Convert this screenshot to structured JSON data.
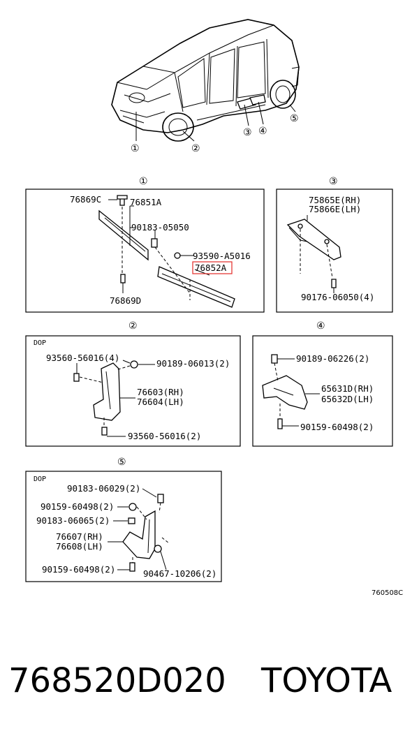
{
  "callouts": {
    "c1": "①",
    "c2": "②",
    "c3": "③",
    "c4": "④",
    "c5": "⑤"
  },
  "panel1": {
    "heading": "①",
    "p76869c": "76869C",
    "p76851a": "76851A",
    "p90183_05050": "90183-05050",
    "p93590": "93590-A5016",
    "p76852a": "76852A",
    "p76869d": "76869D"
  },
  "panel3": {
    "heading": "③",
    "rh": "75865E(RH)",
    "lh": "75866E(LH)",
    "bolt": "90176-06050(4)"
  },
  "panel2": {
    "heading": "②",
    "dop": "DOP",
    "clip_top": "93560-56016(4)",
    "screw": "90189-06013(2)",
    "rh": "76603(RH)",
    "lh": "76604(LH)",
    "clip_bottom": "93560-56016(2)"
  },
  "panel4": {
    "heading": "④",
    "screw": "90189-06226(2)",
    "rh": "65631D(RH)",
    "lh": "65632D(LH)",
    "bolt": "90159-60498(2)"
  },
  "panel5": {
    "heading": "⑤",
    "dop": "DOP",
    "a": "90183-06029(2)",
    "b": "90159-60498(2)",
    "c": "90183-06065(2)",
    "rh": "76607(RH)",
    "lh": "76608(LH)",
    "d": "90159-60498(2)",
    "e": "90467-10206(2)"
  },
  "diagram_code": "760508C",
  "footer": {
    "part_number": "768520D020",
    "brand": "TOYOTA"
  },
  "highlight_color": "#e53935"
}
